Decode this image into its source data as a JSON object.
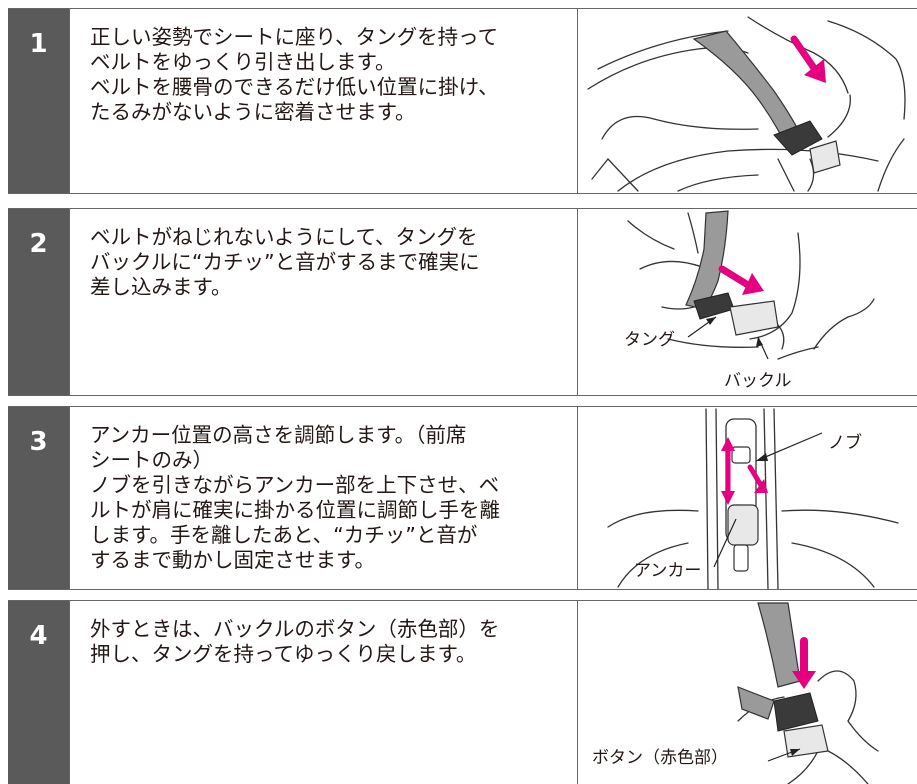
{
  "colors": {
    "number_bg": "#5a5a5a",
    "arrow": "#e4007f",
    "line": "#666666"
  },
  "steps": [
    {
      "number": "1",
      "text": "正しい姿勢でシートに座り、タングを持って\nベルトをゆっくり引き出します。\nベルトを腰骨のできるだけ低い位置に掛け、\nたるみがないように密着させます。",
      "labels": []
    },
    {
      "number": "2",
      "text": "ベルトがねじれないようにして、タングを\nバックルに“カチッ”と音がするまで確実に\n差し込みます。",
      "labels": [
        "タング",
        "バックル"
      ]
    },
    {
      "number": "3",
      "text": "アンカー位置の高さを調節します。（前席\nシートのみ）\nノブを引きながらアンカー部を上下させ、ベ\nルトが肩に確実に掛かる位置に調節し手を離\nします。手を離したあと、“カチッ”と音が\nするまで動かし固定させます。",
      "labels": [
        "ノブ",
        "アンカー"
      ]
    },
    {
      "number": "4",
      "text": "外すときは、バックルのボタン（赤色部）を\n押し、タングを持ってゆっくり戻します。",
      "labels": [
        "ボタン（赤色部）"
      ]
    }
  ]
}
